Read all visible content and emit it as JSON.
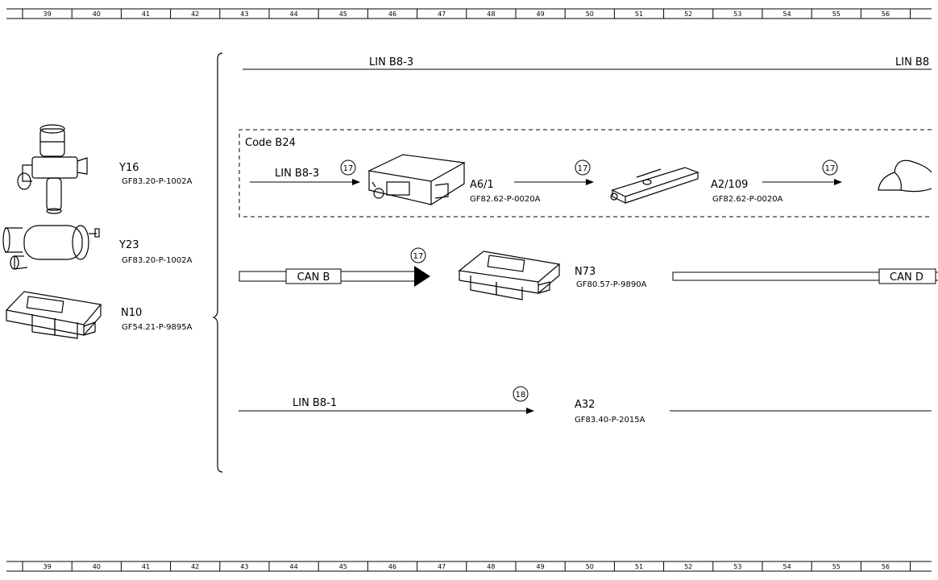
{
  "ruler": {
    "columns": [
      "39",
      "40",
      "41",
      "42",
      "43",
      "44",
      "45",
      "46",
      "47",
      "48",
      "49",
      "50",
      "51",
      "52",
      "53",
      "54",
      "55",
      "56"
    ]
  },
  "legend_components": {
    "y16": {
      "code": "Y16",
      "ref": "GF83.20-P-1002A"
    },
    "y23": {
      "code": "Y23",
      "ref": "GF83.20-P-1002A"
    },
    "n10": {
      "code": "N10",
      "ref": "GF54.21-P-9895A"
    }
  },
  "top_bus": {
    "left_label": "LIN B8-3",
    "right_label": "LIN B8"
  },
  "code_box": {
    "title": "Code B24",
    "input_label": "LIN B8-3",
    "circle_1": "17",
    "a6_1": {
      "code": "A6/1",
      "ref": "GF82.62-P-0020A"
    },
    "circle_2": "17",
    "a2_109": {
      "code": "A2/109",
      "ref": "GF82.62-P-0020A"
    },
    "circle_3": "17"
  },
  "can_row": {
    "can_b": "CAN B",
    "circle": "17",
    "n73": {
      "code": "N73",
      "ref": "GF80.57-P-9890A"
    },
    "can_d": "CAN D"
  },
  "lin_row": {
    "label": "LIN B8-1",
    "circle": "18",
    "a32": {
      "code": "A32",
      "ref": "GF83.40-P-2015A"
    }
  },
  "colors": {
    "ink": "#000000",
    "can_fill": "#ffffff",
    "background": "#ffffff"
  },
  "icons": [
    "valve-icon",
    "pump-icon",
    "control-unit-icon",
    "antenna-module-icon",
    "sensor-bar-icon",
    "remote-sensor-icon"
  ]
}
